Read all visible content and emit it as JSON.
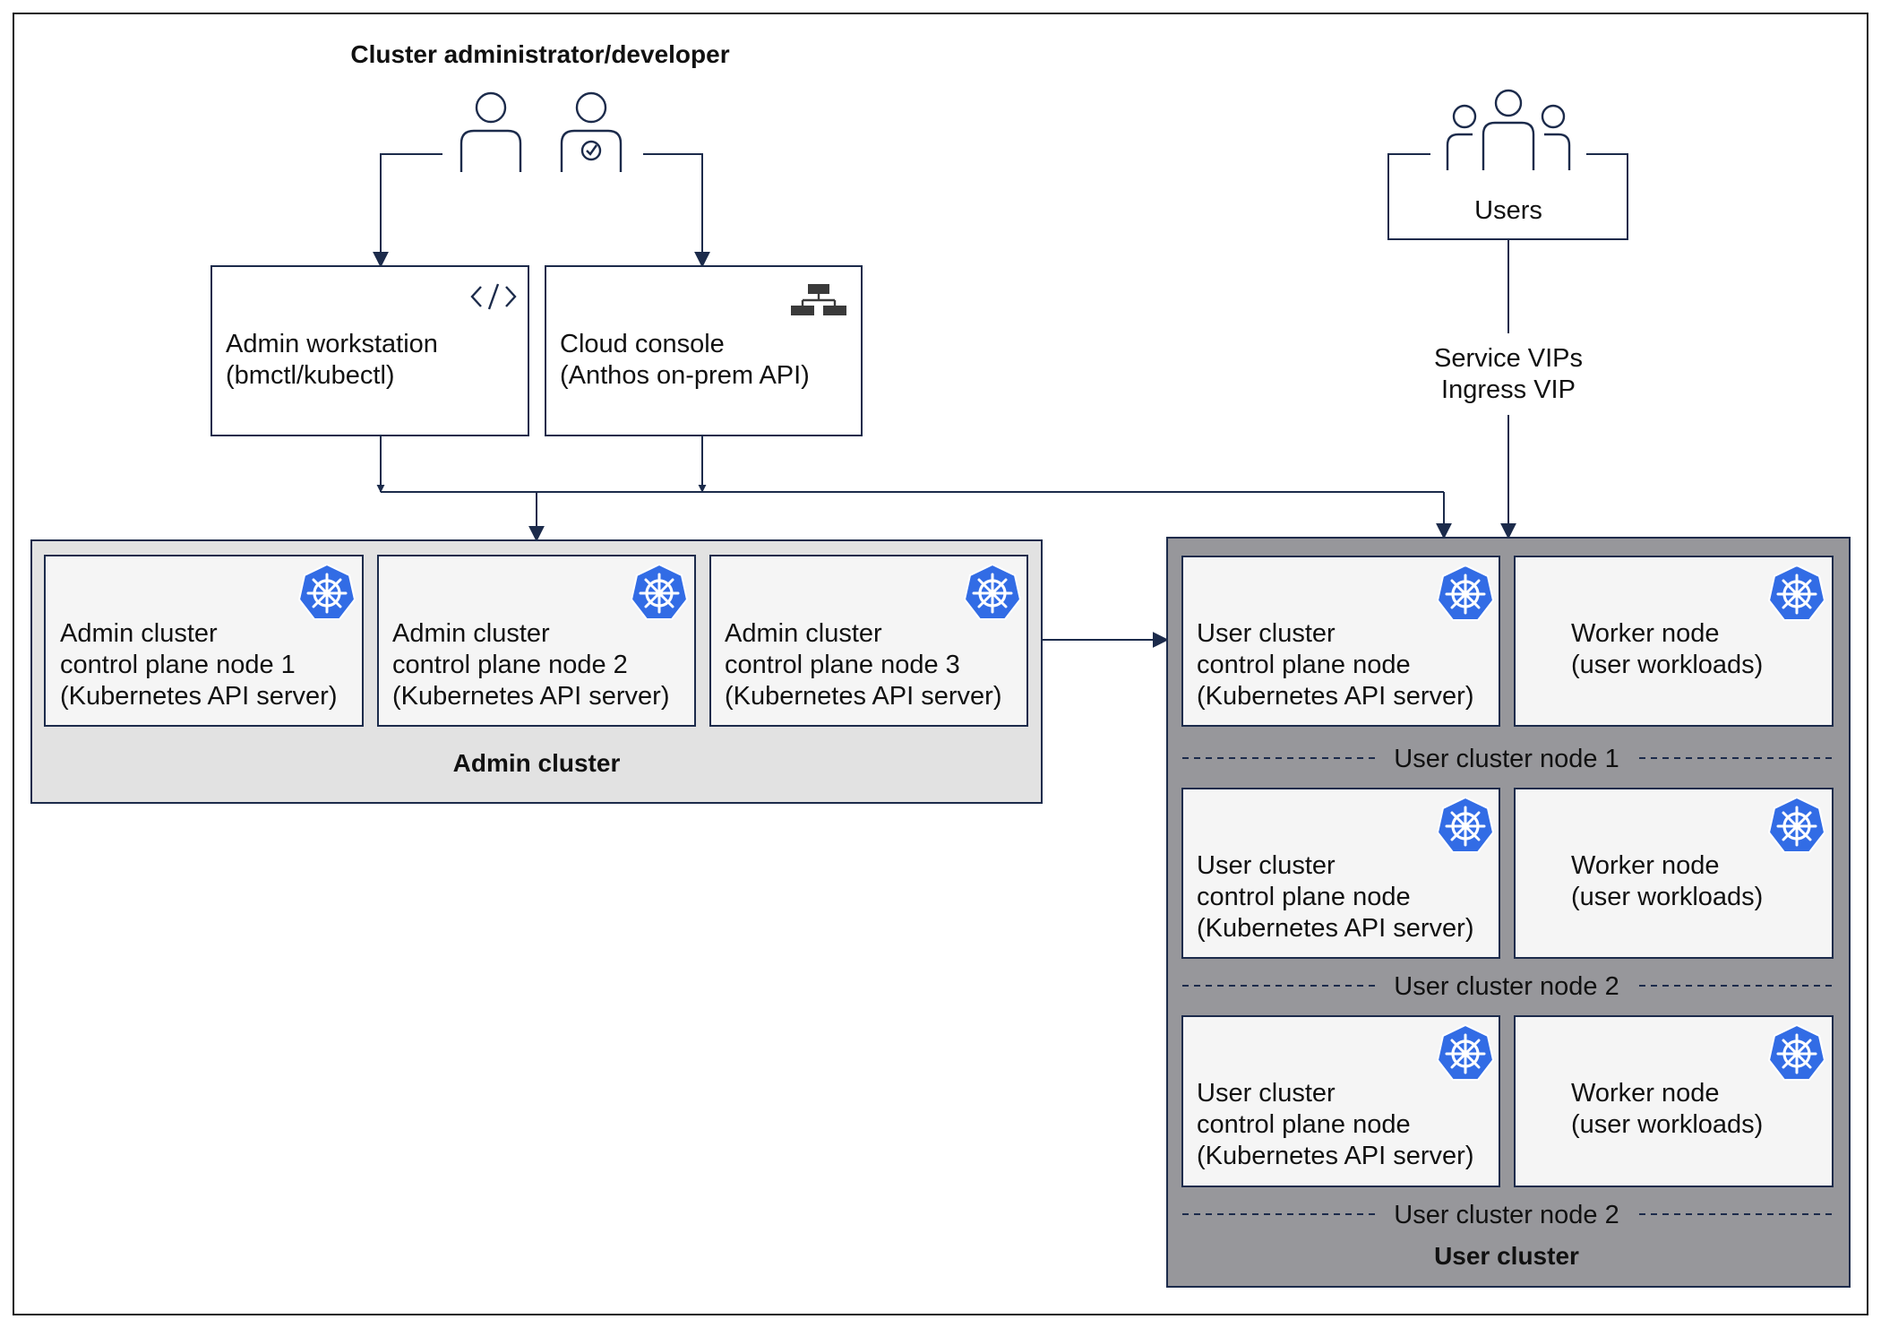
{
  "administrator": {
    "title": "Cluster administrator/developer",
    "icons": [
      "person-icon",
      "person-check-icon"
    ]
  },
  "users": {
    "label": "Users",
    "icon": "users-group-icon",
    "vips_line1": "Service VIPs",
    "vips_line2": "Ingress VIP"
  },
  "admin_workstation": {
    "line1": "Admin workstation",
    "line2": "(bmctl/kubectl)",
    "icon": "code-icon"
  },
  "cloud_console": {
    "line1": "Cloud console",
    "line2": "(Anthos on-prem API)",
    "icon": "hierarchy-icon"
  },
  "admin_cluster": {
    "label": "Admin cluster",
    "nodes": [
      {
        "line1": "Admin cluster",
        "line2": "control plane node 1",
        "line3": "(Kubernetes API server)"
      },
      {
        "line1": "Admin cluster",
        "line2": "control plane node 2",
        "line3": "(Kubernetes API server)"
      },
      {
        "line1": "Admin cluster",
        "line2": "control plane node 3",
        "line3": "(Kubernetes API server)"
      }
    ]
  },
  "user_cluster": {
    "label": "User cluster",
    "rows": [
      {
        "control": {
          "line1": "User cluster",
          "line2": "control plane node",
          "line3": "(Kubernetes API server)"
        },
        "worker": {
          "line1": "Worker node",
          "line2": "(user workloads)"
        },
        "label": "User cluster node 1"
      },
      {
        "control": {
          "line1": "User cluster",
          "line2": "control plane node",
          "line3": "(Kubernetes API server)"
        },
        "worker": {
          "line1": "Worker node",
          "line2": "(user workloads)"
        },
        "label": "User cluster node 2"
      },
      {
        "control": {
          "line1": "User cluster",
          "line2": "control plane node",
          "line3": "(Kubernetes API server)"
        },
        "worker": {
          "line1": "Worker node",
          "line2": "(user workloads)"
        },
        "label": "User cluster node 2"
      }
    ]
  },
  "colors": {
    "line": "#1c2b4b",
    "kubernetes": "#326ce5",
    "admin_cluster_bg": "#e2e2e2",
    "user_cluster_bg": "#97979b",
    "node_bg": "#f5f5f5"
  }
}
